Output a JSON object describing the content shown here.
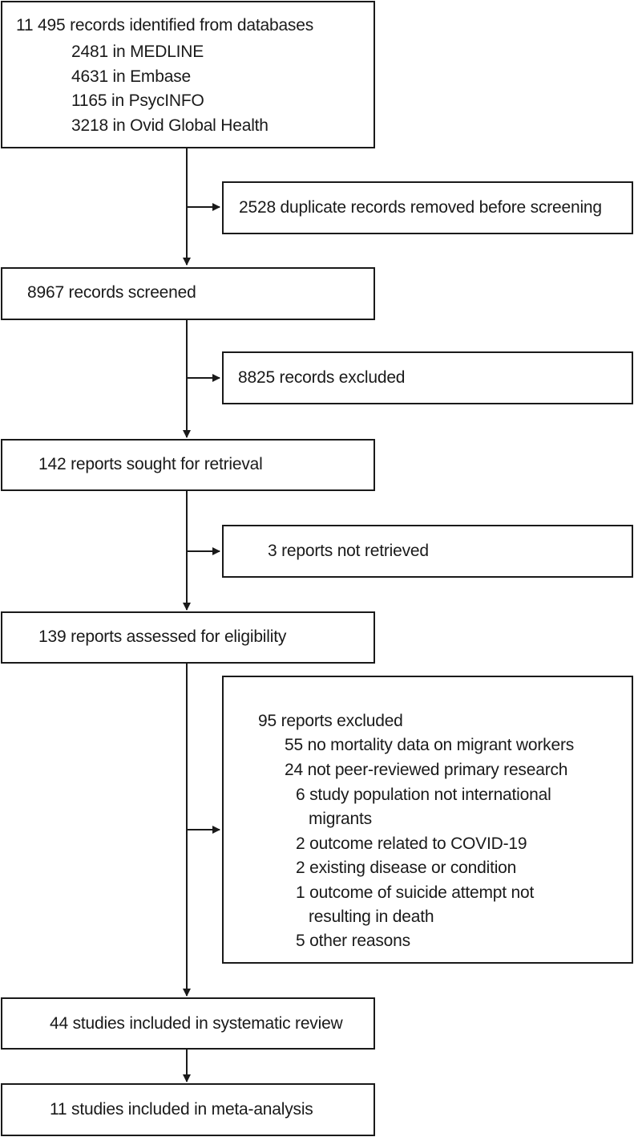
{
  "identification": {
    "total": "11 495 records identified from databases",
    "sources": [
      "2481 in MEDLINE",
      "4631 in Embase",
      "1165 in PsycINFO",
      "3218 in Ovid Global Health"
    ]
  },
  "duplicates": "2528 duplicate records removed before screening",
  "screened": "8967 records screened",
  "excluded_screening": "8825 records excluded",
  "sought": "142 reports sought for retrieval",
  "not_retrieved": "3 reports not retrieved",
  "assessed": "139 reports assessed for eligibility",
  "excluded_reports": {
    "title": "95 reports excluded",
    "reasons": [
      "55 no mortality data on migrant workers",
      "24 not peer-reviewed primary research",
      "6 study population not international",
      "migrants",
      "2 outcome related to COVID-19",
      "2 existing disease or condition",
      "1 outcome of suicide attempt not",
      "resulting in death",
      "5 other reasons"
    ]
  },
  "systematic_review": "44 studies included in systematic review",
  "meta_analysis": "11 studies included in meta-analysis"
}
